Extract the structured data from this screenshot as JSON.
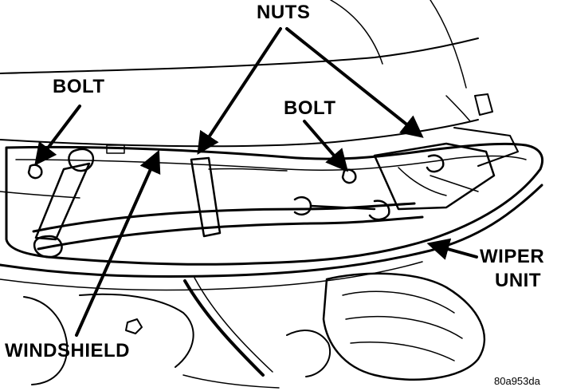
{
  "labels": {
    "nuts": "NUTS",
    "bolt_left": "BOLT",
    "bolt_mid": "BOLT",
    "wiper_line1": "WIPER",
    "wiper_line2": "UNIT",
    "windshield": "WINDSHIELD",
    "figure_code": "80a953da"
  },
  "colors": {
    "ink": "#000000",
    "paper": "#ffffff"
  }
}
